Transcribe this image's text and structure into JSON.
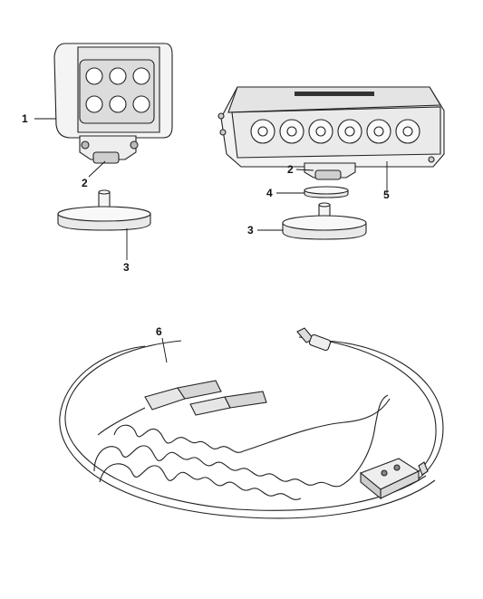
{
  "callouts": [
    {
      "id": "c1",
      "label": "1",
      "part": "square-led-light"
    },
    {
      "id": "c2a",
      "label": "2",
      "part": "mounting-bracket-small-light"
    },
    {
      "id": "c3a",
      "label": "3",
      "part": "magnetic-base-small-light"
    },
    {
      "id": "c2b",
      "label": "2",
      "part": "mounting-bracket-bar-light"
    },
    {
      "id": "c4",
      "label": "4",
      "part": "washer"
    },
    {
      "id": "c5",
      "label": "5",
      "part": "led-light-bar"
    },
    {
      "id": "c3b",
      "label": "3",
      "part": "magnetic-base-bar-light"
    },
    {
      "id": "c6",
      "label": "6",
      "part": "coiled-wiring-harness"
    }
  ],
  "colors": {
    "line": "#222222",
    "housing_fill": "#f2f2f2",
    "dark_fill": "#333333",
    "background": "#ffffff"
  }
}
